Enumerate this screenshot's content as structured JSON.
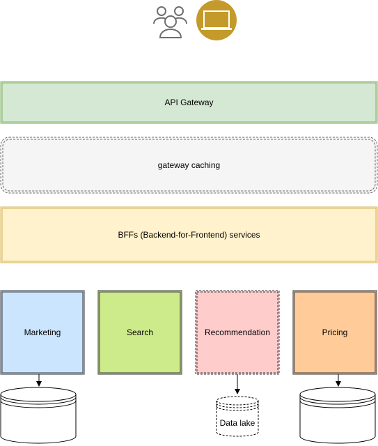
{
  "header": {
    "icons": [
      {
        "name": "users-icon",
        "color": "#6e6e6e"
      },
      {
        "name": "computer-icon",
        "color": "#c49a2b"
      }
    ]
  },
  "layers": {
    "api_gateway": {
      "label": "API Gateway",
      "fill": "#d5e8d4",
      "stroke": "#82b366"
    },
    "gateway_caching": {
      "label": "gateway caching",
      "fill": "#f5f5f5",
      "stroke": "#666666"
    },
    "bff": {
      "label": "BFFs (Backend-for-Frontend) services",
      "fill": "#fff2cc",
      "stroke": "#d6b656"
    }
  },
  "services": [
    {
      "key": "marketing",
      "label": "Marketing",
      "fill": "#cce5ff",
      "stroke": "#36393d"
    },
    {
      "key": "search",
      "label": "Search",
      "fill": "#cdeb8b",
      "stroke": "#36393d"
    },
    {
      "key": "recommendation",
      "label": "Recommendation",
      "fill": "#ffcccc",
      "stroke": "#36393d"
    },
    {
      "key": "pricing",
      "label": "Pricing",
      "fill": "#ffcc99",
      "stroke": "#36393d"
    }
  ],
  "datastores": {
    "marketing_db": {
      "label": ""
    },
    "data_lake": {
      "label": "Data lake"
    },
    "pricing_db": {
      "label": ""
    }
  }
}
